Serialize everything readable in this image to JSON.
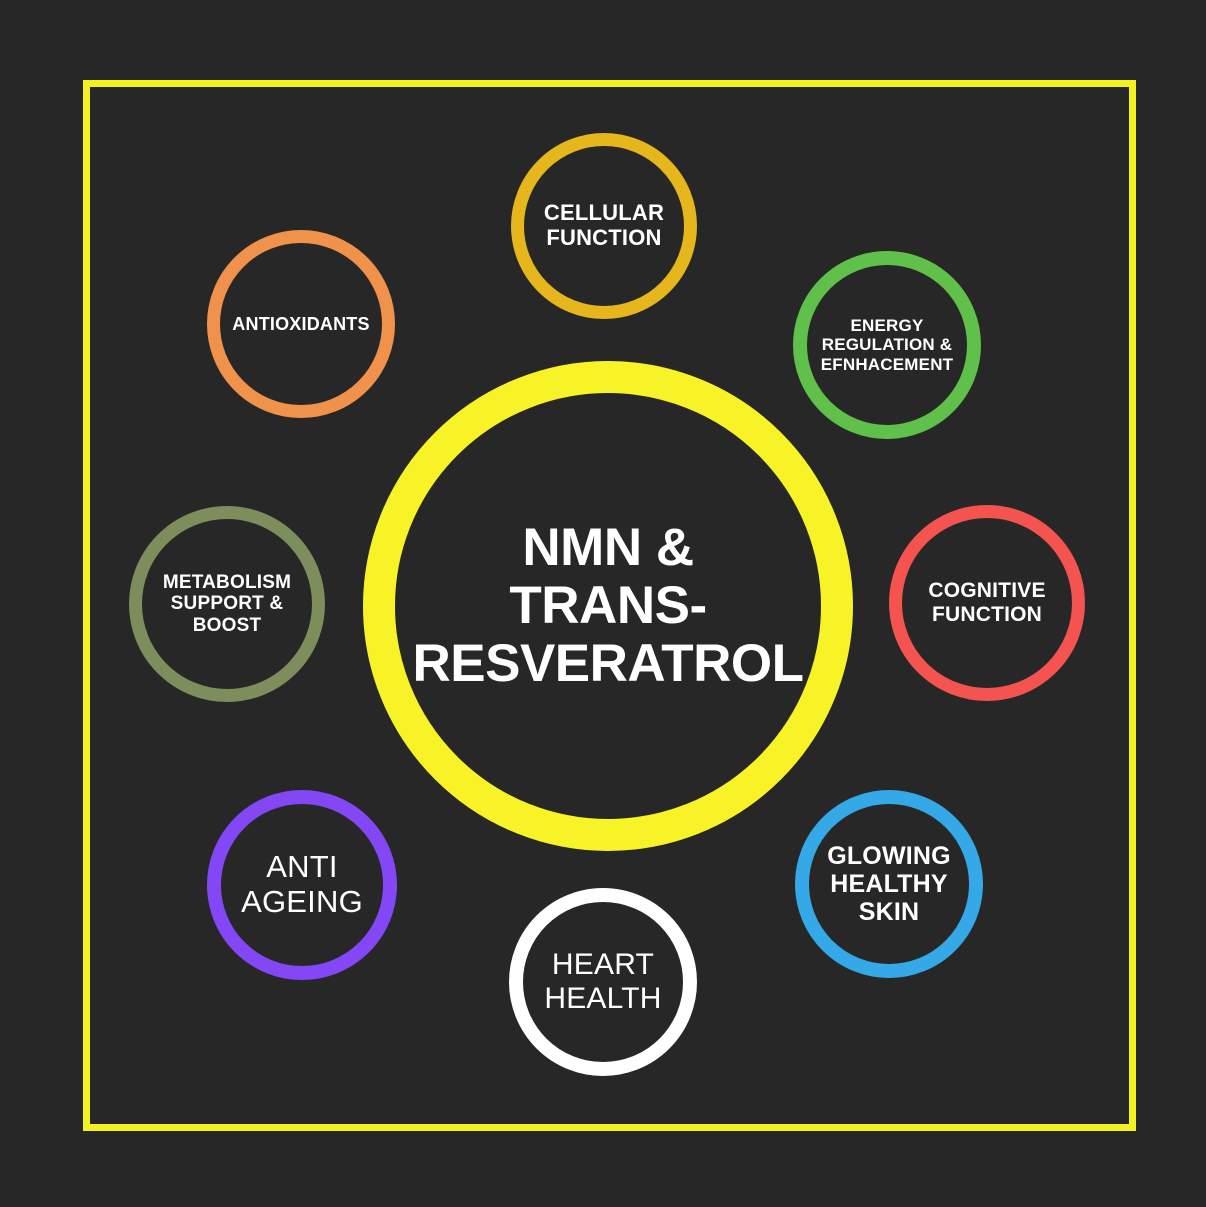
{
  "page": {
    "title": "NMN & Trans-Resveratrol Benefits",
    "background_color": "#272727",
    "frame_color": "#f2f221",
    "text_color": "#ffffff"
  },
  "hub": {
    "label": "NMN &\nTRANS-\nRESVERATROL",
    "color": "#f7f327"
  },
  "nodes": [
    {
      "id": "cellular-function",
      "label": "CELLULAR\nFUNCTION",
      "color": "#e6b71c",
      "position": "top"
    },
    {
      "id": "energy-regulation",
      "label": "ENERGY\nREGULATION &\nEFNHACEMENT",
      "color": "#5fc04a",
      "position": "top-right"
    },
    {
      "id": "antioxidants",
      "label": "ANTIOXIDANTS",
      "color": "#f1924c",
      "position": "top-left"
    },
    {
      "id": "metabolism-support",
      "label": "METABOLISM\nSUPPORT &\nBOOST",
      "color": "#7d8e5c",
      "position": "left"
    },
    {
      "id": "cognitive-function",
      "label": "COGNITIVE\nFUNCTION",
      "color": "#f5534f",
      "position": "right"
    },
    {
      "id": "anti-ageing",
      "label": "ANTI\nAGEING",
      "color": "#8347f5",
      "position": "bottom-left"
    },
    {
      "id": "heart-health",
      "label": "HEART\nHEALTH",
      "color": "#ffffff",
      "position": "bottom"
    },
    {
      "id": "glowing-healthy-skin",
      "label": "GLOWING\nHEALTHY\nSKIN",
      "color": "#35a8e8",
      "position": "bottom-right"
    }
  ]
}
